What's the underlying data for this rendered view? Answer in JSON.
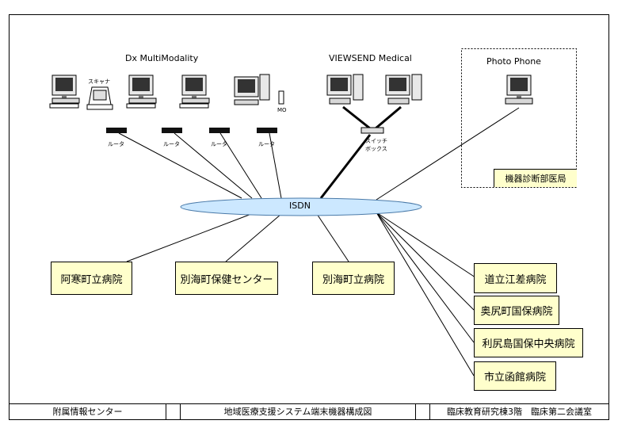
{
  "groups": {
    "dx": "Dx MultiModality",
    "viewsend": "VIEWSEND Medical",
    "photo_phone": "Photo Phone",
    "photo_dept": "機器診断部医局"
  },
  "devices": {
    "scanner": "スキャナ",
    "mo": "MO",
    "router": "ルータ",
    "switch_line1": "スイッチ",
    "switch_line2": "ボックス"
  },
  "network": {
    "isdn": "ISDN"
  },
  "sites": [
    "阿寒町立病院",
    "別海町保健センター",
    "別海町立病院",
    "道立江差病院",
    "奥尻町国保病院",
    "利尻島国保中央病院",
    "市立函館病院"
  ],
  "footer": {
    "left": "附属情報センター",
    "center": "地域医療支援システム端末機器構成図",
    "right": "臨床教育研究棟3階　臨床第二会議室"
  },
  "colors": {
    "ellipse_fill": "#cce8ff",
    "site_box_fill": "#ffffcc",
    "screen": "#333333"
  }
}
